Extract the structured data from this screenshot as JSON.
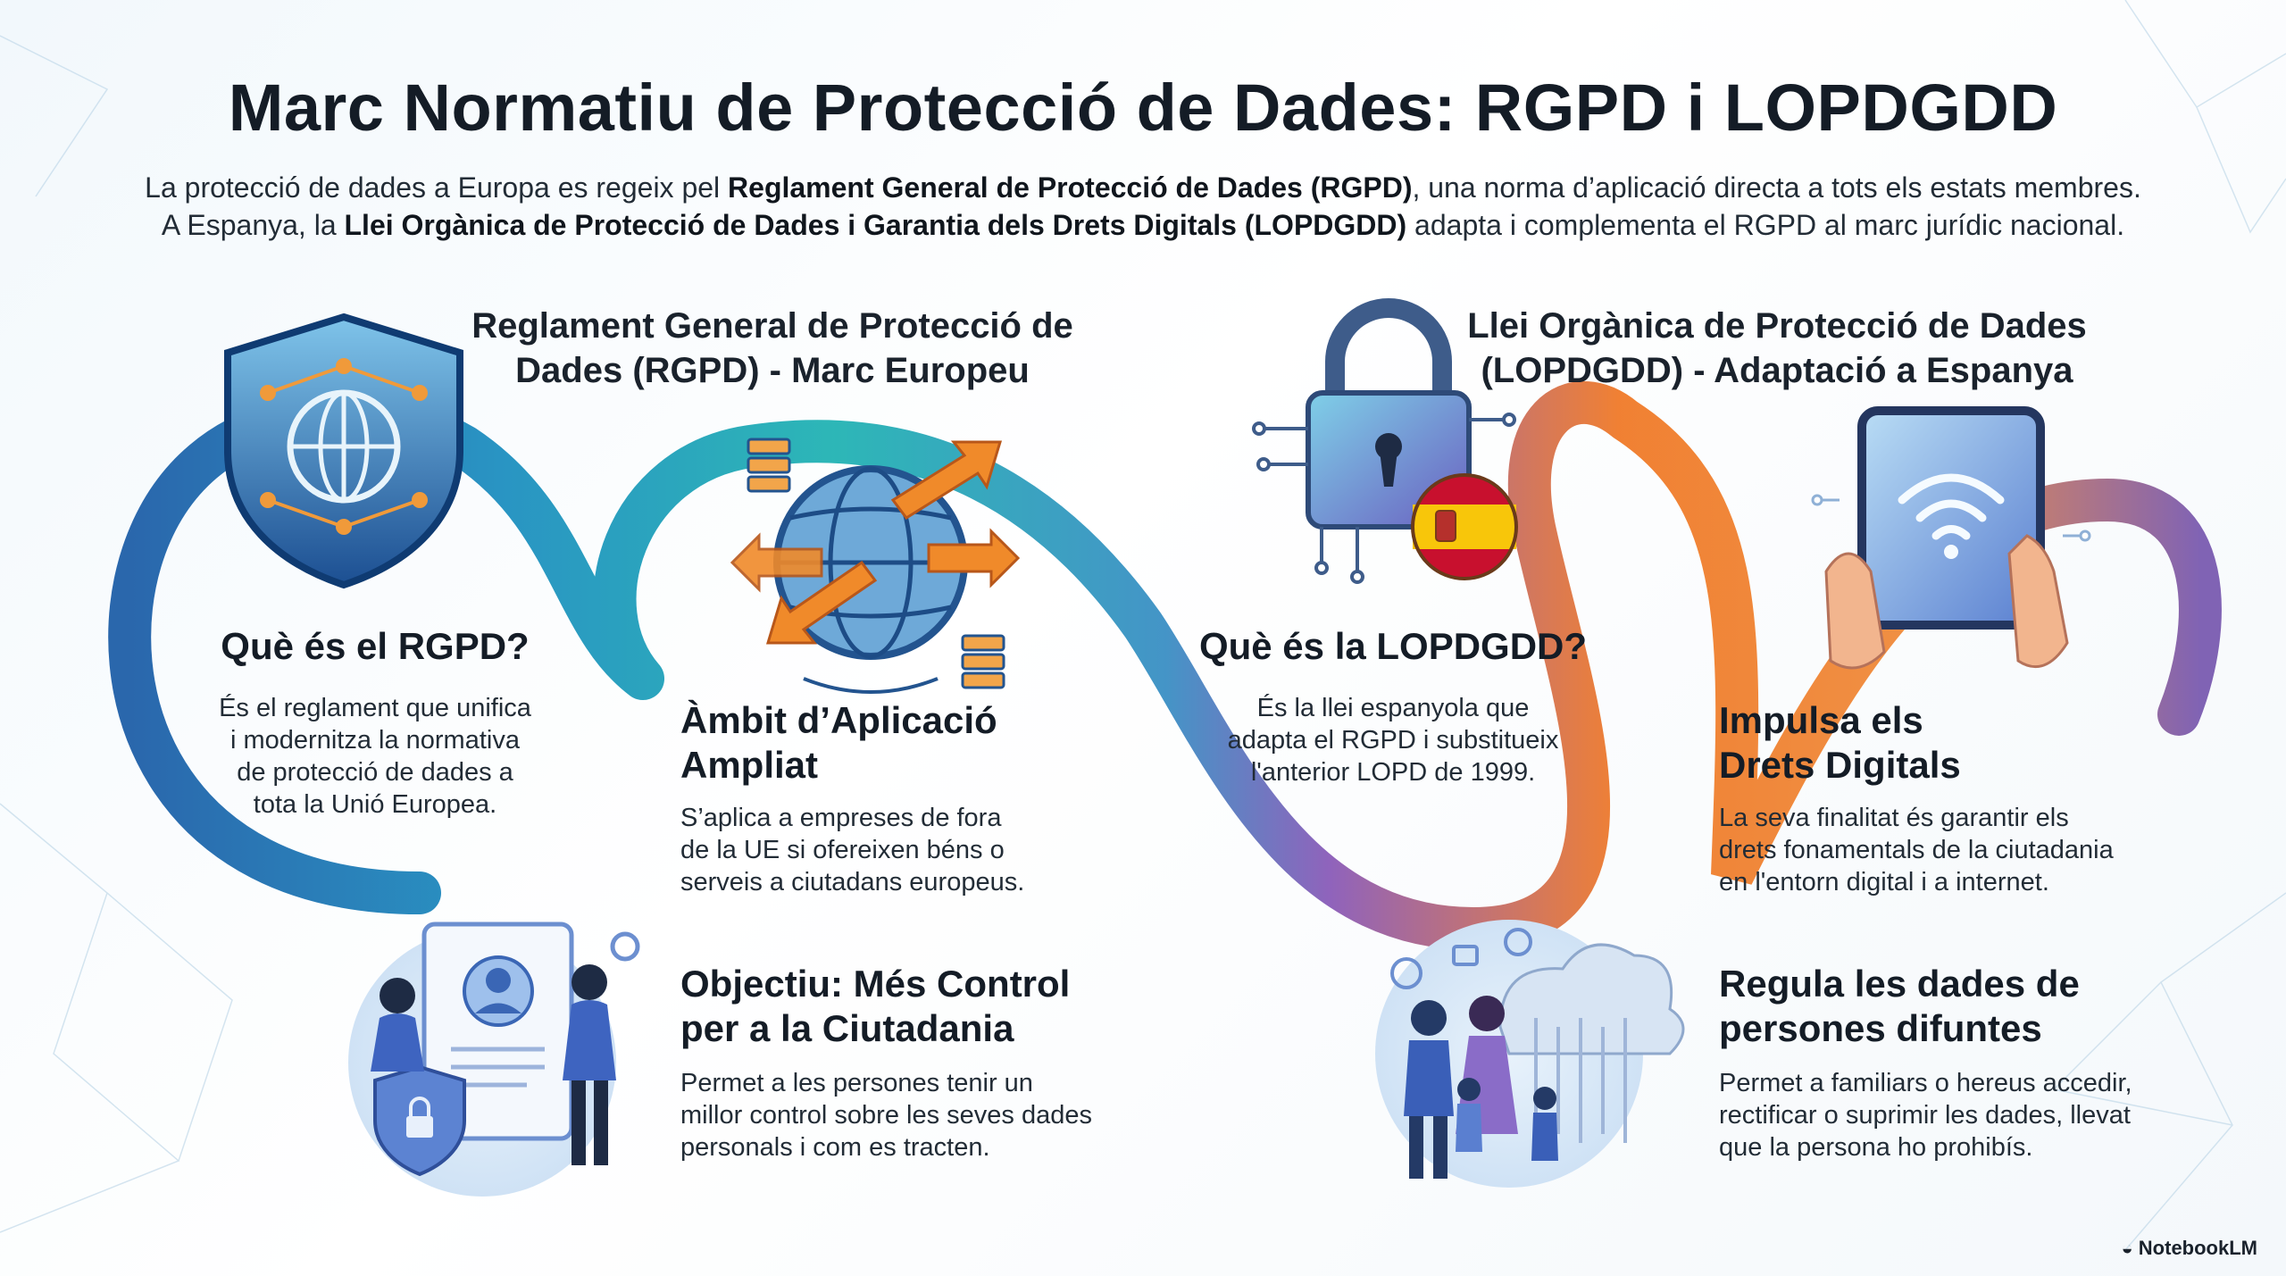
{
  "title": "Marc Normatiu de Protecció de Dades: RGPD i LOPDGDD",
  "intro": {
    "l1_a": "La protecció de dades a Europa es regeix pel ",
    "l1_b": "Reglament General de Protecció de Dades (RGPD)",
    "l1_c": ", una norma d’aplicació directa a tots els estats membres.",
    "l2_a": "A Espanya, la ",
    "l2_b": "Llei Orgànica de Protecció de Dades i Garantia dels Drets Digitals (LOPDGDD)",
    "l2_c": " adapta i complementa el RGPD al marc jurídic nacional."
  },
  "rgpd": {
    "heading_l1": "Reglament General de Protecció de",
    "heading_l2": "Dades (RGPD) - Marc Europeu",
    "what": {
      "title": "Què és el RGPD?",
      "l1": "És el reglament que unifica",
      "l2": "i modernitza la normativa",
      "l3": "de protecció de dades a",
      "l4": "tota la Unió Europea."
    },
    "scope": {
      "title_l1": "Àmbit d’Aplicació",
      "title_l2": "Ampliat",
      "l1": "S’aplica a empreses de fora",
      "l2": "de la UE si ofereixen béns o",
      "l3": "serveis a ciutadans europeus."
    },
    "goal": {
      "title_l1": "Objectiu: Més Control",
      "title_l2": "per a la Ciutadania",
      "l1": "Permet a les persones tenir un",
      "l2": "millor control sobre les seves dades",
      "l3": "personals i com es tracten."
    }
  },
  "lopdgdd": {
    "heading_l1": "Llei Orgànica de Protecció de Dades",
    "heading_l2": "(LOPDGDD) - Adaptació a Espanya",
    "what": {
      "title": "Què és la LOPDGDD?",
      "l1": "És la llei espanyola que",
      "l2": "adapta el RGPD i substitueix",
      "l3": "l'anterior LOPD de 1999."
    },
    "rights": {
      "title_l1": "Impulsa els",
      "title_l2": "Drets Digitals",
      "l1": "La seva finalitat és garantir els",
      "l2": "drets fonamentals de la ciutadania",
      "l3": "en l'entorn digital i a internet."
    },
    "deceased": {
      "title_l1": "Regula les dades de",
      "title_l2": "persones difuntes",
      "l1": "Permet a familiars o hereus accedir,",
      "l2": "rectificar o suprimir les dades, llevat",
      "l3": "que la persona ho prohibís."
    }
  },
  "brand": "NotebookLM",
  "colors": {
    "blue": "#1f6fb5",
    "teal": "#20b5b5",
    "purple": "#8a5bb8",
    "orange": "#f07a28",
    "text": "#141c26"
  },
  "icons": [
    "shield-globe-icon",
    "globe-arrows-icon",
    "user-profile-icon",
    "padlock-spain-icon",
    "tablet-wifi-icon",
    "family-cloud-icon"
  ]
}
